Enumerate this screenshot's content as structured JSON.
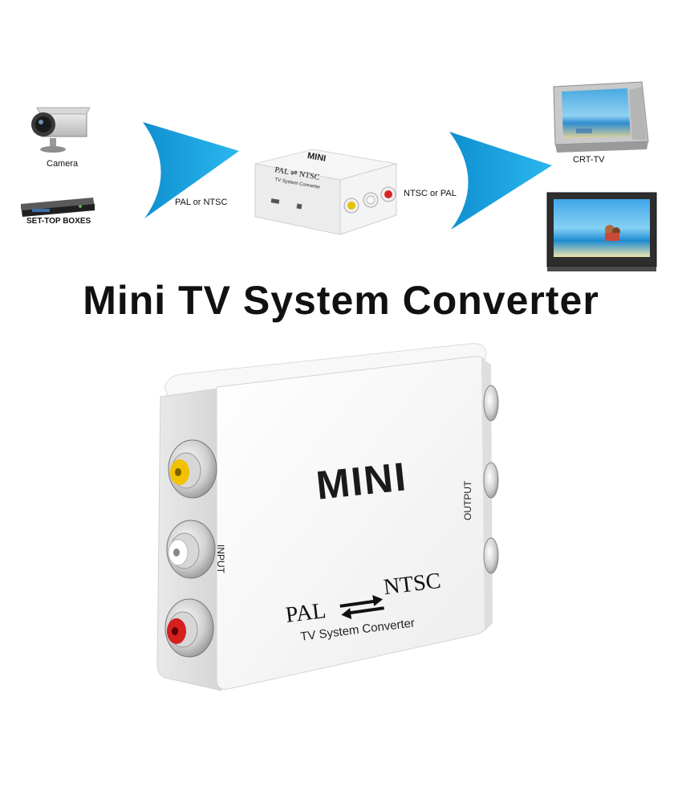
{
  "diagram": {
    "sources": [
      {
        "label": "Camera",
        "icon": "security-camera-icon"
      },
      {
        "label": "SET-TOP BOXES",
        "icon": "set-top-box-icon"
      }
    ],
    "input_arrow_label": "PAL or NTSC",
    "output_arrow_label": "NTSC or PAL",
    "small_device": {
      "brand": "MINI",
      "mode": "PAL ⇌ NTSC",
      "subtitle": "TV System Converter"
    },
    "targets": [
      {
        "label": "CRT-TV",
        "icon": "crt-tv-icon"
      },
      {
        "label": "",
        "icon": "flat-tv-icon"
      }
    ],
    "arrow_color": "#1aa3dd"
  },
  "headline": "Mini TV System Converter",
  "product": {
    "brand": "MINI",
    "pal": "PAL",
    "ntsc": "NTSC",
    "subtitle": "TV System Converter",
    "input_label": "INPUT",
    "output_label": "OUTPUT",
    "jack_colors": [
      "#f2c100",
      "#ffffff",
      "#d61f1f"
    ]
  }
}
